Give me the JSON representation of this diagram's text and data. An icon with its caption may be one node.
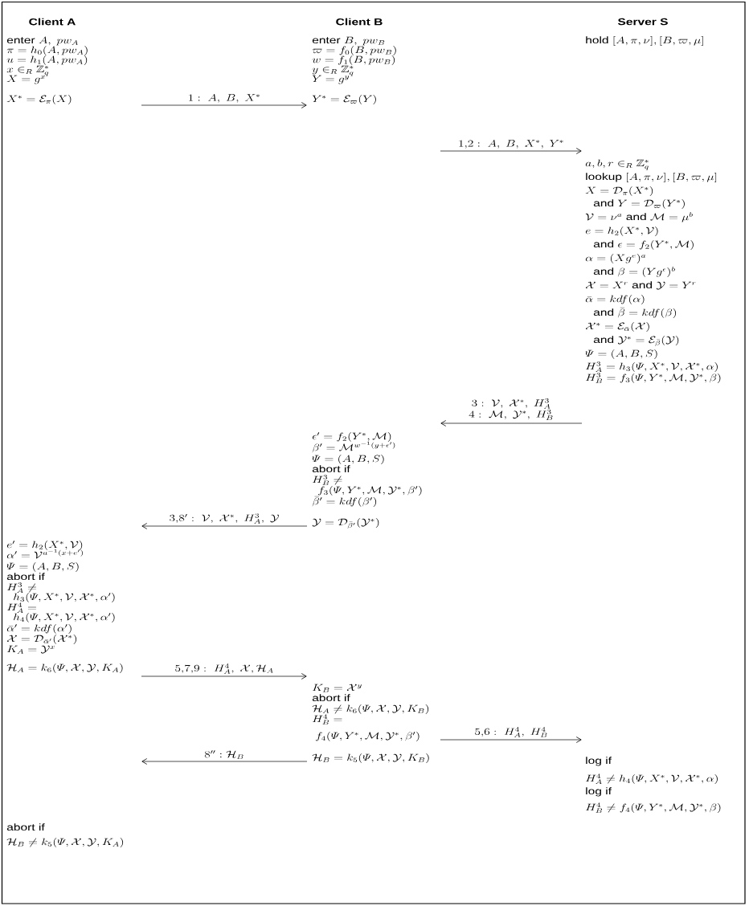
{
  "diagram": {
    "nodes": [
      {
        "text": [
          "Client A",
          "\\text{enter } A,\\ pw_A",
          "\\pi = h_0(A, pw_A)",
          "u = h_1(A, pw_A)",
          "x \\in_R \\mathbb{Z}_q^*",
          "X = g^x",
          "X^* = \\mathcal{E}_\\pi(X)",
          "e' = h_2(X^*, \\mathcal{V})",
          "\\alpha' = \\mathcal{V}^{u^{-1}(x+e')}",
          "\\varPsi = (A, B, S)",
          "\\text{abort if}",
          "H_A^3 \\neq",
          "h_3(\\varPsi, X^*, \\mathcal{V}, \\mathcal{X}^*, \\alpha')",
          "H_A^4 =",
          "h_4(\\varPsi, X^*, \\mathcal{V}, \\mathcal{X}^*, \\alpha')",
          "\\bar{\\alpha}' = kdf(\\alpha')",
          "\\mathcal{X} = \\mathcal{D}_{\\bar{\\alpha}'}(\\mathcal{X}^*)",
          "K_A = \\mathcal{Y}^x",
          "\\mathcal{H}_A = k_6(\\varPsi, \\mathcal{X}, \\mathcal{Y}, K_A)",
          "\\text{abort if}",
          "\\mathcal{H}_B \\neq k_5(\\varPsi, \\mathcal{X}, \\mathcal{Y}, K_A)"
        ]
      },
      {
        "text": [
          "Client B",
          "\\text{enter } B,\\ pw_B",
          "\\varpi = f_0(B, pw_B)",
          "w = f_1(B, pw_B)",
          "y \\in_R \\mathbb{Z}_q^*",
          "Y = g^y",
          "Y^* = \\mathcal{E}_\\varpi(Y)",
          "\\epsilon' = f_2(Y^*, \\mathcal{M})",
          "\\beta' = \\mathcal{M}^{w^{-1}(y+\\epsilon')}",
          "\\varPsi = (A, B, S)",
          "\\text{abort if}",
          "H_B^3 \\neq",
          "f_3(\\varPsi, Y^*, \\mathcal{M}, \\mathcal{Y}^*, \\beta')",
          "\\bar{\\beta}' = kdf(\\beta')",
          "\\mathcal{Y} = \\mathcal{D}_{\\bar{\\beta}'}(\\mathcal{Y}^*)",
          "K_B = \\mathcal{X}^y",
          "\\text{abort if}",
          "\\mathcal{H}_A \\neq k_6(\\varPsi, \\mathcal{X}, \\mathcal{Y}, K_B)",
          "H_B^4 =",
          "f_4(\\varPsi, Y^*, \\mathcal{M}, \\mathcal{Y}^*, \\beta')",
          "\\mathcal{H}_B = k_5(\\varPsi, \\mathcal{X}, \\mathcal{Y}, K_B)"
        ]
      },
      {
        "text": [
          "Server S",
          "\\text{hold } [A, \\pi, \\nu], [B, \\varpi, \\mu]",
          "a, b, r \\in_R \\mathbb{Z}_q^*",
          "\\text{lookup } [A, \\pi, \\nu], [B, \\varpi, \\mu]",
          "X = \\mathcal{D}_\\pi(X^*)",
          "\\text{and } Y = \\mathcal{D}_\\varpi(Y^*)",
          "\\mathcal{V} = \\nu^a \\text{ and } \\mathcal{M} = \\mu^b",
          "e = h_2(X^*, \\mathcal{V})",
          "\\text{and } \\epsilon = f_2(Y^*, \\mathcal{M})",
          "\\alpha = (Xg^e)^a",
          "\\text{and } \\beta = (Yg^\\epsilon)^b",
          "\\mathcal{X} = X^r \\text{ and } \\mathcal{Y} = Y^r",
          "\\bar{\\alpha} = kdf(\\alpha)",
          "\\text{and } \\bar{\\beta} = kdf(\\beta)",
          "\\mathcal{X}^* = \\mathcal{E}_{\\bar{\\alpha}}(\\mathcal{X})",
          "\\text{and } \\mathcal{Y}^* = \\mathcal{E}_{\\bar{\\beta}}(\\mathcal{Y})",
          "\\varPsi = (A, B, S)",
          "H_A^3 = h_3(\\varPsi, X^*, \\mathcal{V}, \\mathcal{X}^*, \\alpha)",
          "H_B^3 = f_3(\\varPsi, Y^*, \\mathcal{M}, \\mathcal{Y}^*, \\beta)",
          "\\text{log if}",
          "H_A^4 \\neq h_4(\\varPsi, X^*, \\mathcal{V}, \\mathcal{X}^*, \\alpha)",
          "\\text{log if}",
          "H_B^4 \\neq f_4(\\varPsi, Y^*, \\mathcal{M}, \\mathcal{Y}^*, \\beta)"
        ]
      }
    ],
    "edges": [
      {
        "from": 0,
        "to": 1,
        "arrow": "to",
        "label": "1:\\ A,\\ B,\\ X^*"
      },
      {
        "from": 1,
        "to": 2,
        "arrow": "to",
        "label": "1{,}2:\\ A,\\ B,\\ X^*,\\ Y^*"
      },
      {
        "from": 2,
        "to": 1,
        "arrow": "to",
        "label": "\\begin{array}{c}3:\\ \\mathcal{V},\\ \\mathcal{X}^*,\\ H_A^3\\\\ 4:\\ \\mathcal{M},\\ \\mathcal{Y}^*,\\ H_B^3\\end{array}"
      },
      {
        "from": 1,
        "to": 0,
        "arrow": "to",
        "label": "3{,}8':\\ \\mathcal{V},\\ \\mathcal{X}^*,\\ H_A^3,\\ \\mathcal{Y}"
      },
      {
        "from": 0,
        "to": 1,
        "arrow": "to",
        "label": "5{,}7{,}9:\\ H_A^4,\\ \\mathcal{X}, \\mathcal{H}_A"
      },
      {
        "from": 1,
        "to": 2,
        "arrow": "to",
        "label": "5{,}6:\\ H_A^4,\\ H_B^4"
      },
      {
        "from": 1,
        "to": 0,
        "arrow": "to",
        "label": "8'':\\mathcal{H}_B"
      }
    ]
  }
}
